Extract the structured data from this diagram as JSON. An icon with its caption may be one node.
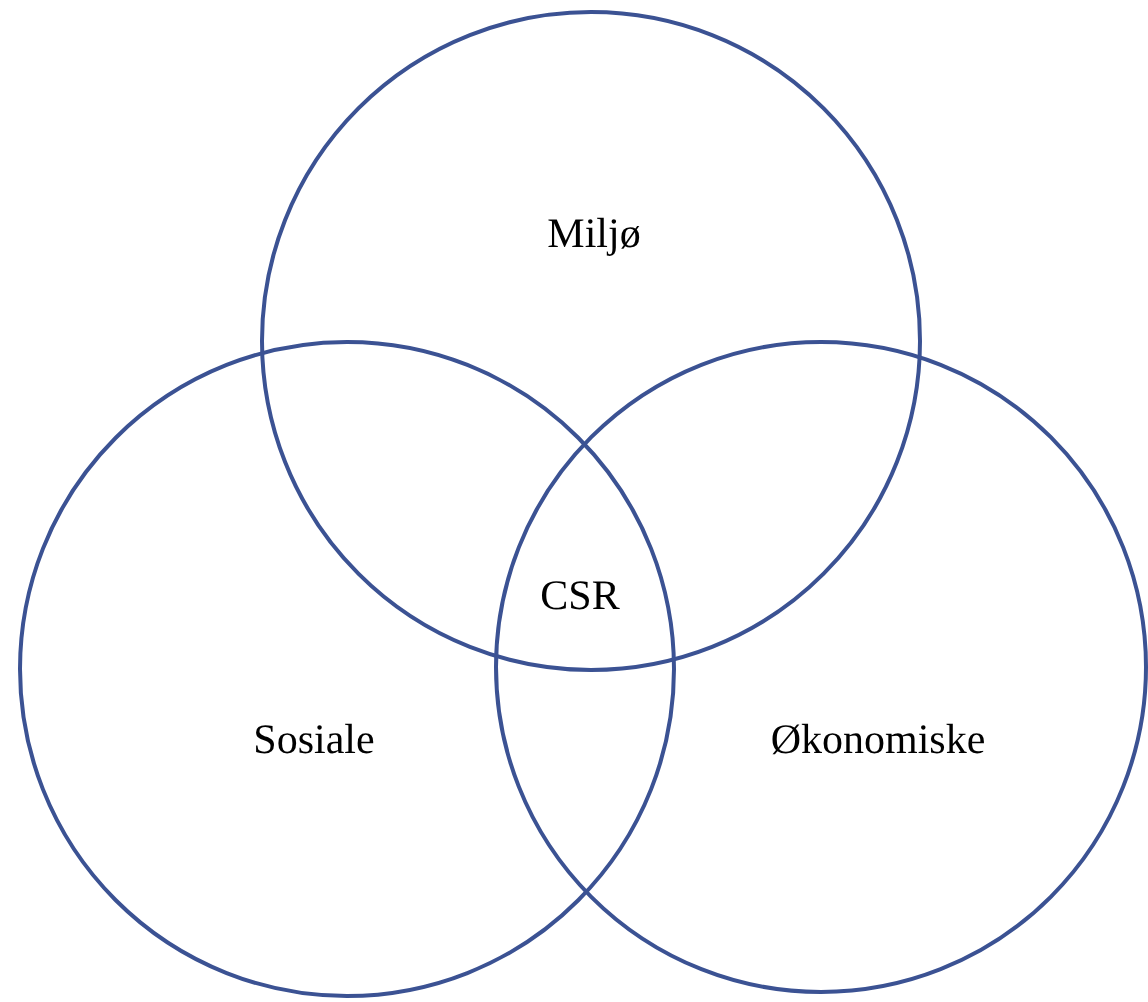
{
  "diagram": {
    "nodes": [
      {
        "text": [
          "Miljø"
        ]
      },
      {
        "text": [
          "Sosiale"
        ]
      },
      {
        "text": [
          "Økonomiske"
        ]
      }
    ],
    "labels": [
      "CSR"
    ]
  }
}
